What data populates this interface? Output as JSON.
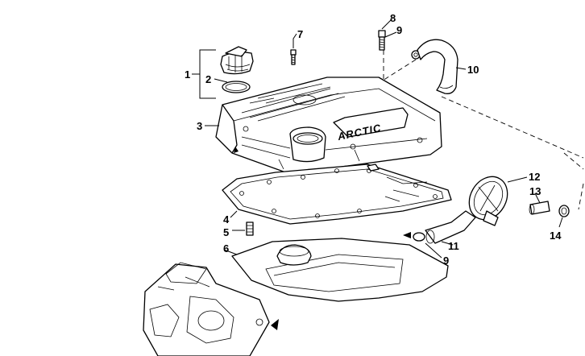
{
  "callouts": [
    {
      "id": "1",
      "label": "1"
    },
    {
      "id": "2",
      "label": "2"
    },
    {
      "id": "3",
      "label": "3"
    },
    {
      "id": "4",
      "label": "4"
    },
    {
      "id": "5",
      "label": "5"
    },
    {
      "id": "6",
      "label": "6"
    },
    {
      "id": "7",
      "label": "7"
    },
    {
      "id": "8",
      "label": "8"
    },
    {
      "id": "9a",
      "label": "9"
    },
    {
      "id": "9b",
      "label": "9"
    },
    {
      "id": "10",
      "label": "10"
    },
    {
      "id": "11",
      "label": "11"
    },
    {
      "id": "12",
      "label": "12"
    },
    {
      "id": "13",
      "label": "13"
    },
    {
      "id": "14",
      "label": "14"
    }
  ],
  "cover_logo_text": "ARCTIC"
}
